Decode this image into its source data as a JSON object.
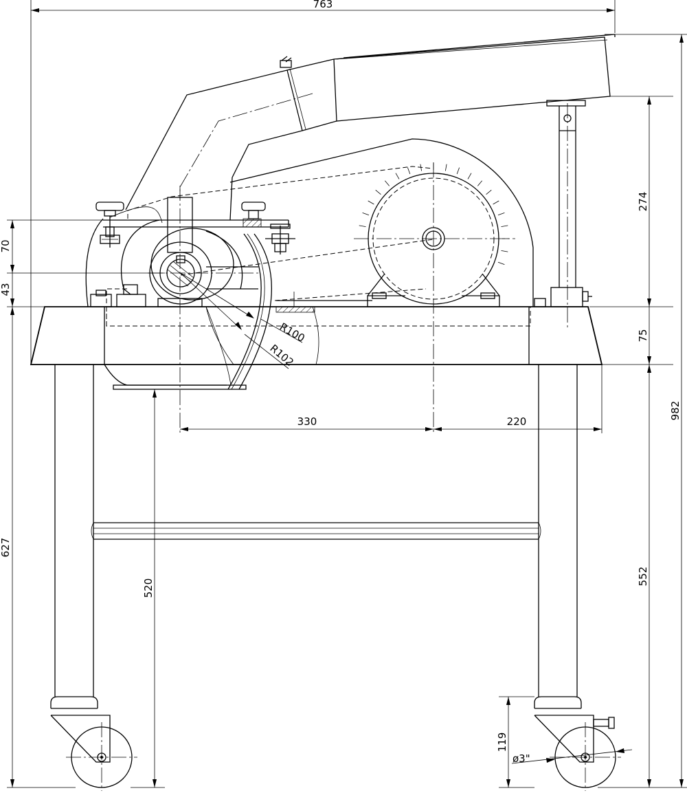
{
  "dimensions": {
    "overall_width": "763",
    "hopper_height": "274",
    "table_thickness": "75",
    "overall_height": "982",
    "bracket_height": "70",
    "shaft_offset": "43",
    "height_to_table": "627",
    "outlet_height": "520",
    "leg_height": "552",
    "rotor_to_motor": "330",
    "motor_to_leg": "220",
    "caster_height": "119",
    "inner_radius": "R100",
    "outer_radius": "R102",
    "wheel_diameter": "ø3\""
  },
  "colors": {
    "line": "#000000",
    "background": "#ffffff"
  }
}
